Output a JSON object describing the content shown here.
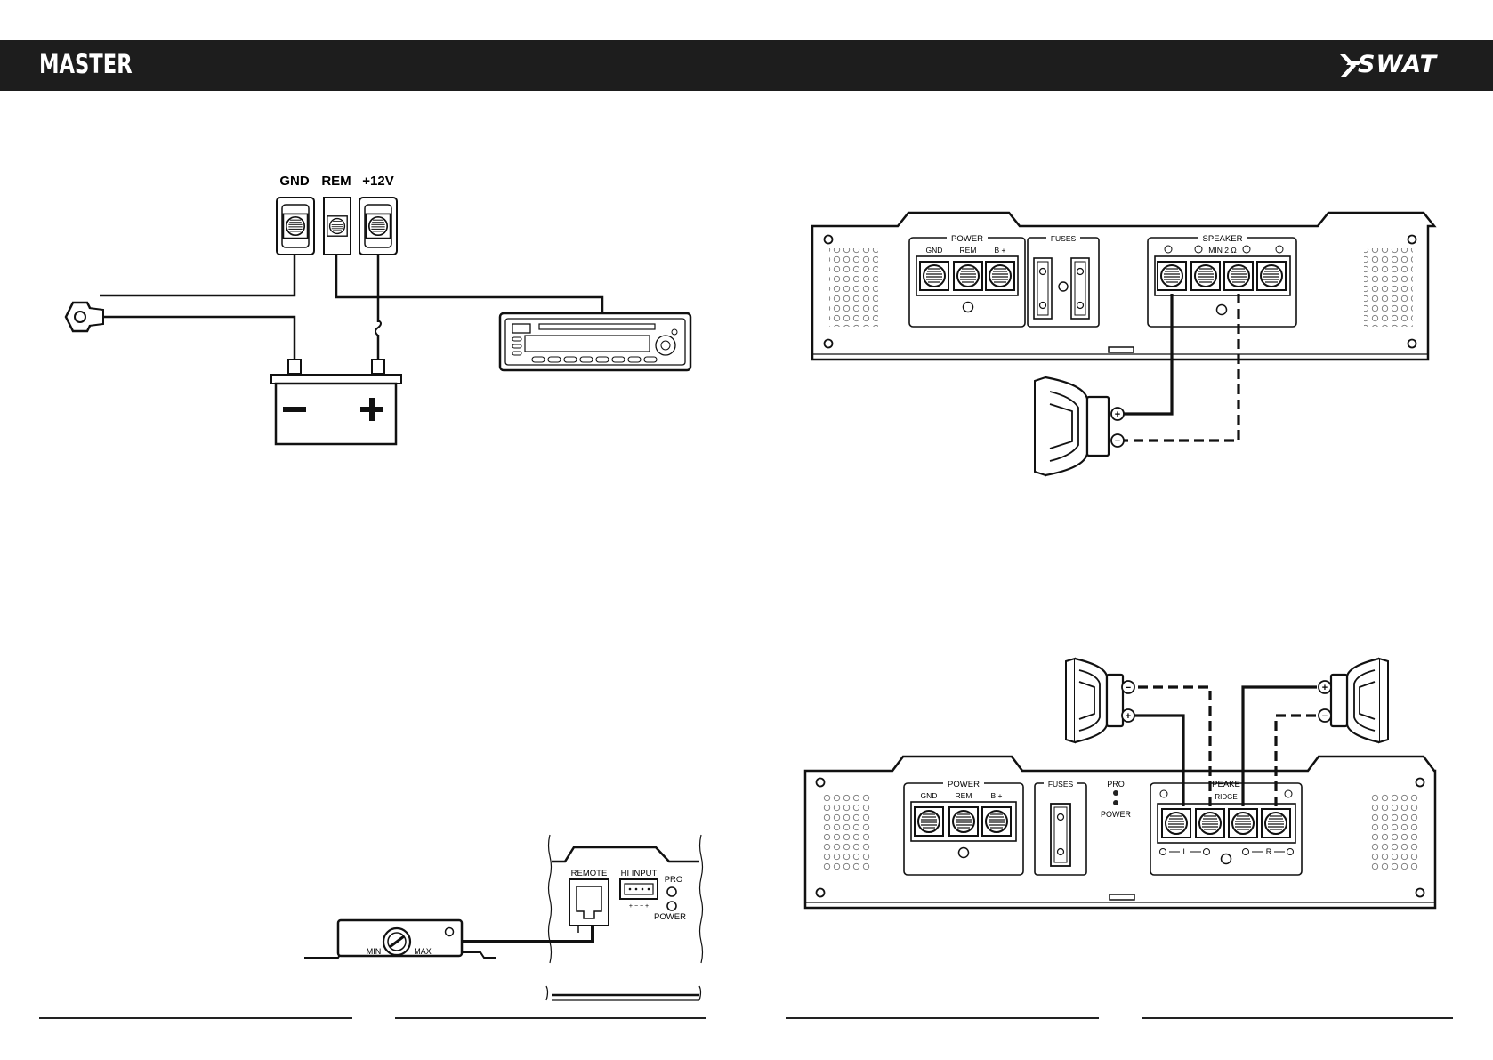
{
  "header": {
    "title": "MASTER",
    "logo_text": "SWAT"
  },
  "wiring": {
    "terminal_labels": [
      "GND",
      "REM",
      "+12V"
    ],
    "battery_minus": "−",
    "battery_plus": "+"
  },
  "mono_amp": {
    "power_label": "POWER",
    "power_terminals": [
      "GND",
      "REM",
      "B +"
    ],
    "fuses_label": "FUSES",
    "speaker_label": "SPEAKER",
    "speaker_sub": "MIN 2 Ω"
  },
  "stereo_amp": {
    "power_label": "POWER",
    "power_terminals": [
      "GND",
      "REM",
      "B +"
    ],
    "fuses_label": "FUSES",
    "pro_label": "PRO",
    "power_led_label": "POWER",
    "speaker_label": "PEAKE",
    "bridged_label": "RIDGE",
    "left_label": "L",
    "right_label": "R"
  },
  "remote": {
    "remote_label": "REMOTE",
    "hi_input_label": "HI INPUT",
    "hi_input_pins": "+ −  − +",
    "pro_label": "PRO",
    "power_label": "POWER",
    "min_label": "MIN",
    "max_label": "MAX"
  },
  "polarity": {
    "plus": "+",
    "minus": "−"
  }
}
